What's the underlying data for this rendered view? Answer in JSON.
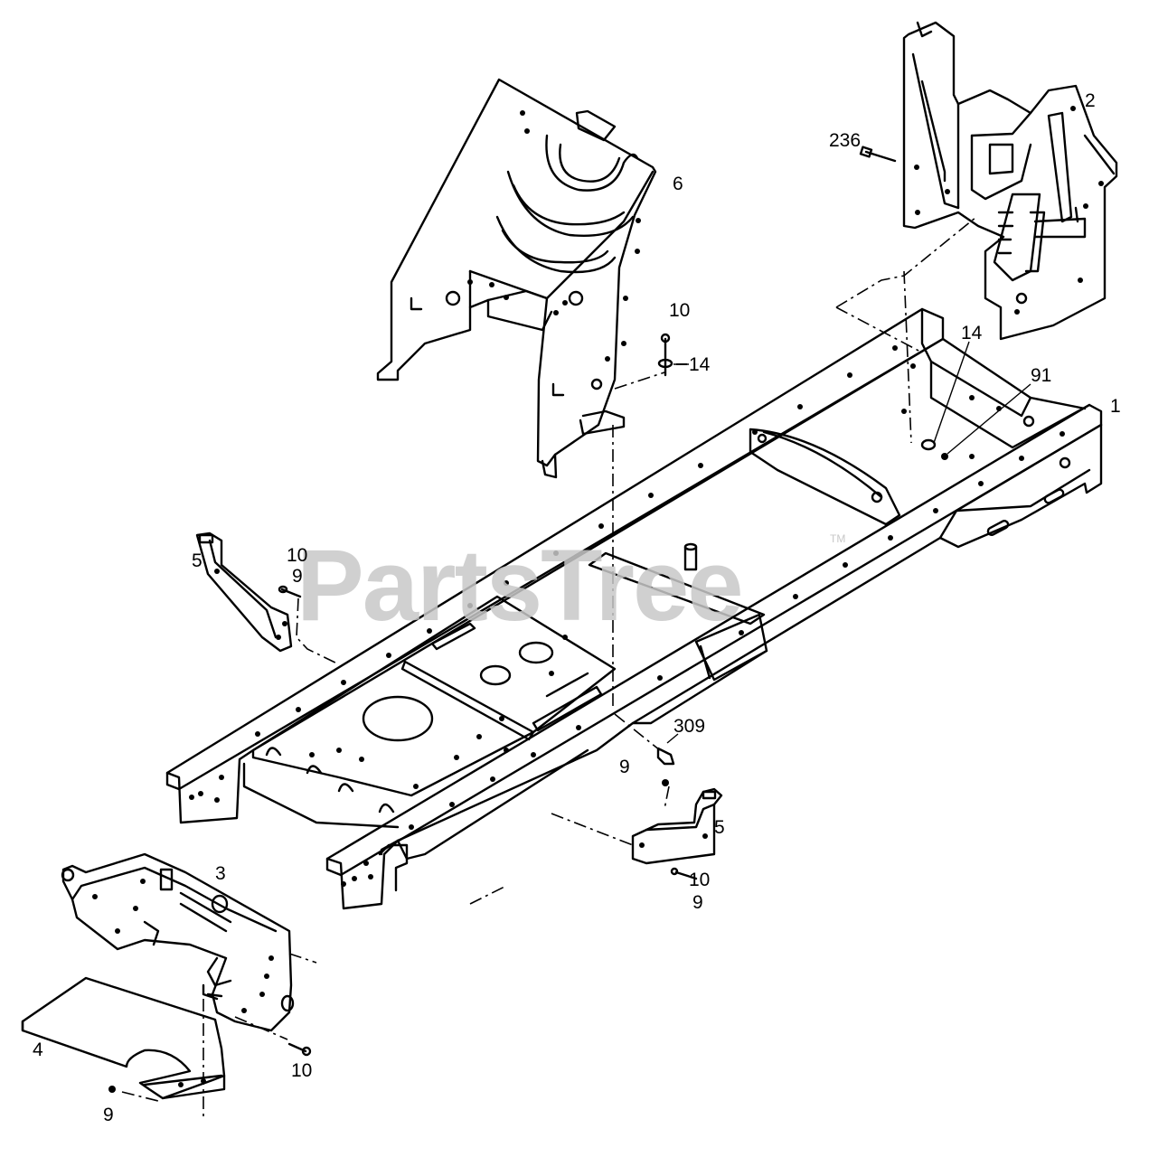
{
  "watermark": {
    "text": "PartsTree",
    "trademark": "TM"
  },
  "callouts": {
    "c1": "1",
    "c2": "2",
    "c3": "3",
    "c4": "4",
    "c5a": "5",
    "c5b": "5",
    "c6": "6",
    "c9a": "9",
    "c9b": "9",
    "c9c": "9",
    "c9d": "9",
    "c10a": "10",
    "c10b": "10",
    "c10c": "10",
    "c10d": "10",
    "c14a": "14",
    "c14b": "14",
    "c91": "91",
    "c236": "236",
    "c309": "309"
  }
}
